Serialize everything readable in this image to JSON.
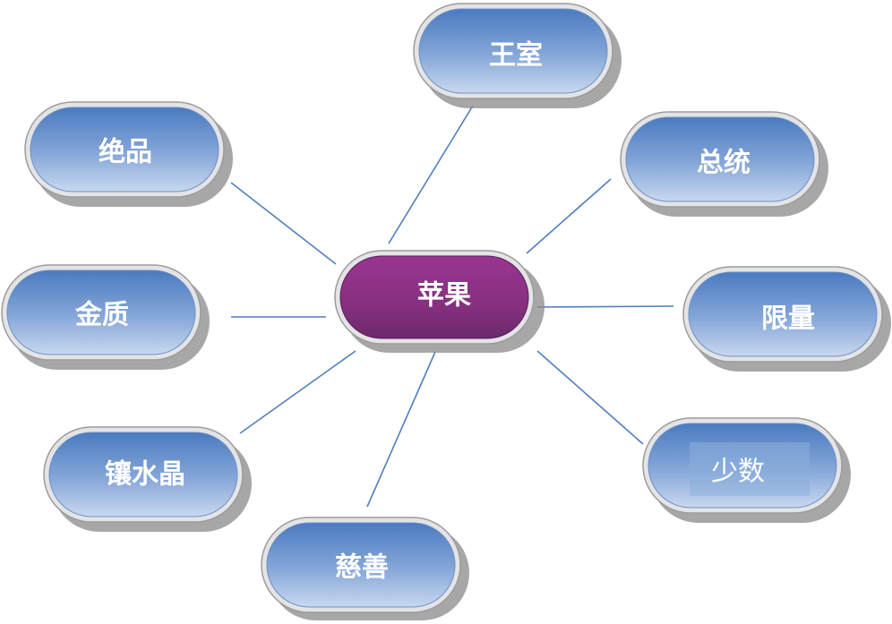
{
  "diagram": {
    "center": {
      "label": "苹果",
      "color": "#8e2f88"
    },
    "nodes": [
      {
        "id": "royal",
        "label": "王室"
      },
      {
        "id": "president",
        "label": "总统"
      },
      {
        "id": "limited",
        "label": "限量"
      },
      {
        "id": "few",
        "label": "少数"
      },
      {
        "id": "charity",
        "label": "慈善"
      },
      {
        "id": "crystal",
        "label": "镶水晶"
      },
      {
        "id": "gold",
        "label": "金质"
      },
      {
        "id": "masterpiece",
        "label": "绝品"
      }
    ],
    "colors": {
      "node_top": "#4a7bc0",
      "node_bottom": "#c3d5ee",
      "center_top": "#8e2f88",
      "center_bottom": "#6e2a70",
      "connector": "#4f7fbd"
    }
  }
}
